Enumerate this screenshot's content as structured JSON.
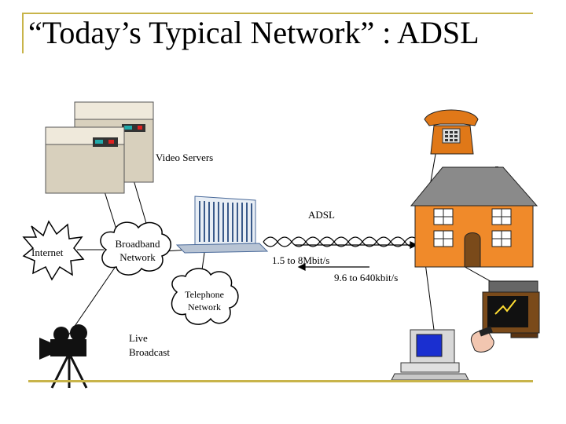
{
  "title": "“Today’s Typical Network” : ADSL",
  "labels": {
    "video_servers": "Video Servers",
    "adsl": "ADSL",
    "internet": "Internet",
    "broadband_line1": "Broadband",
    "broadband_line2": "Network",
    "downstream_rate": "1.5 to 8Mbit/s",
    "upstream_rate": "9.6 to 640kbit/s",
    "telephone_line1": "Telephone",
    "telephone_line2": "Network",
    "live_line1": "Live",
    "live_line2": "Broadcast"
  },
  "colors": {
    "accent_rule": "#c8b44a",
    "house_wall": "#f08a2a",
    "roof": "#8a8a8a",
    "phone": "#e07818",
    "monitor_screen": "#1a2fd0",
    "server_panel": "#d8d0bd"
  },
  "icons": [
    "video-server-icon",
    "dslam-building-icon",
    "telephone-icon",
    "house-icon",
    "computer-icon",
    "tv-icon",
    "camera-icon",
    "remote-hand-icon"
  ]
}
